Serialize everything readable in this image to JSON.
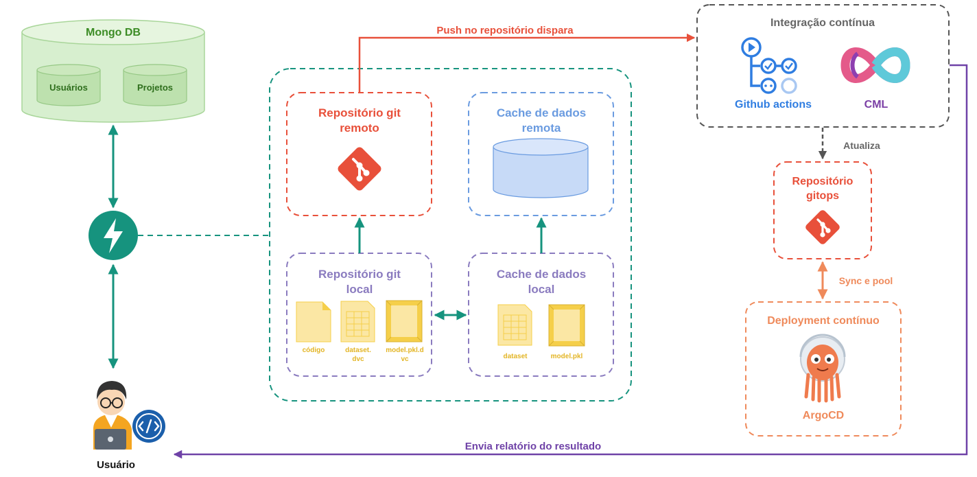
{
  "mongo": {
    "title": "Mongo DB",
    "collections": [
      "Usuários",
      "Projetos"
    ]
  },
  "remote_git": {
    "title_line1": "Repositório git",
    "title_line2": "remoto"
  },
  "remote_cache": {
    "title_line1": "Cache de dados",
    "title_line2": "remota"
  },
  "local_git": {
    "title_line1": "Repositório git",
    "title_line2": "local",
    "files": [
      {
        "label_lines": [
          "código"
        ],
        "icon": "blank-file-icon"
      },
      {
        "label_lines": [
          "dataset.",
          "dvc"
        ],
        "icon": "spreadsheet-file-icon"
      },
      {
        "label_lines": [
          "model.pkl.d",
          "vc"
        ],
        "icon": "model-file-icon"
      }
    ]
  },
  "local_cache": {
    "title_line1": "Cache de dados",
    "title_line2": "local",
    "files": [
      {
        "label_lines": [
          "dataset"
        ],
        "icon": "spreadsheet-file-icon"
      },
      {
        "label_lines": [
          "model.pkl"
        ],
        "icon": "model-file-icon"
      }
    ]
  },
  "ci": {
    "title": "Integração contínua",
    "github_label": "Github actions",
    "cml_label": "CML"
  },
  "gitops": {
    "title_line1": "Repositório",
    "title_line2": "gitops"
  },
  "cd": {
    "title": "Deployment contínuo",
    "argo_label": "ArgoCD"
  },
  "edges": {
    "push": "Push no repositório dispara",
    "update": "Atualiza",
    "sync": "Sync e pool",
    "report": "Envia relatório do resultado"
  },
  "user": {
    "label": "Usuário"
  },
  "colors": {
    "teal": "#16937e",
    "git_red": "#e8503a",
    "blue": "#6a9be0",
    "purple": "#8a7bbf",
    "orange": "#ef8a5b",
    "grey": "#555555",
    "report_purple": "#6f42a7",
    "mongo_green": "#3c8c25",
    "file_yellow": "#f5cf4a"
  }
}
